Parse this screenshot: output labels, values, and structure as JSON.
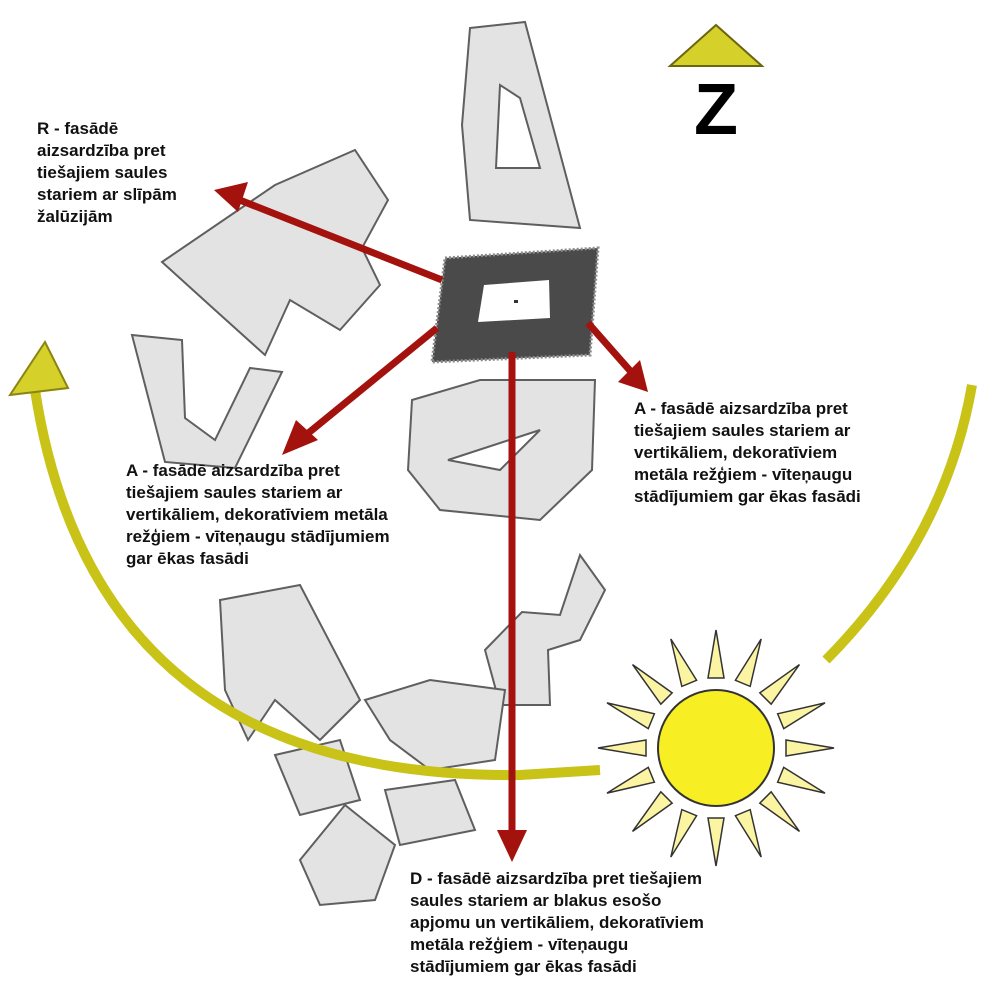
{
  "north": {
    "letter": "Z"
  },
  "labels": {
    "west": "R - fasādē\naizsardzība pret\ntiešajiem saules\nstariem ar slīpām\nžalūzijām",
    "southwest": "A - fasādē aizsardzība pret\ntiešajiem saules stariem ar\nvertikāliem, dekoratīviem metāla\nrežģiem - vīteņaugu stādījumiem\ngar ēkas fasādi",
    "east": "A - fasādē aizsardzība pret\ntiešajiem saules stariem ar\nvertikāliem, dekoratīviem\nmetāla režģiem - vīteņaugu\nstādījumiem gar ēkas fasādi",
    "south": "D - fasādē aizsardzība pret tiešajiem\nsaules stariem ar blakus esošo\napjomu un vertikāliem, dekoratīviem\nmetāla režģiem - vīteņaugu\nstādījumiem gar ēkas fasādi"
  },
  "colors": {
    "arrow": "#a4120e",
    "sun_path": "#c9c217",
    "sun_fill": "#f8ee24",
    "building_fill": "#e3e3e3",
    "building_stroke": "#5f5f5f",
    "target_building": "#4a4a4a",
    "north_marker": "#d6d02a"
  },
  "icons": {
    "sun": "sun-icon",
    "north": "north-arrow-icon"
  }
}
